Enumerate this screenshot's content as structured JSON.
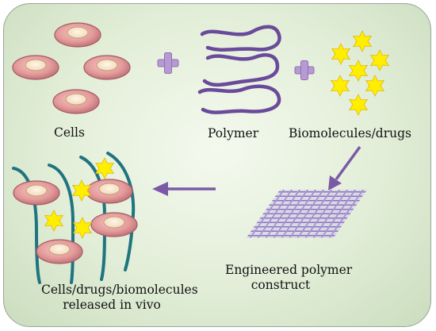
{
  "labels": {
    "cells": "Cells",
    "polymer": "Polymer",
    "biomolecules": "Biomolecules/drugs",
    "engineered_line1": "Engineered polymer",
    "engineered_line2": "construct",
    "released_line1": "Cells/drugs/biomolecules",
    "released_line2": "released in vivo"
  },
  "colors": {
    "cell_fill": "#e39a9a",
    "cell_nucleus": "#f6e6cf",
    "polymer": "#6a4a9a",
    "plus": "#b79ad3",
    "star": "#ffe800",
    "arrow": "#7a5aa8",
    "fiber": "#1f7480",
    "mesh": "#9a86c8"
  }
}
